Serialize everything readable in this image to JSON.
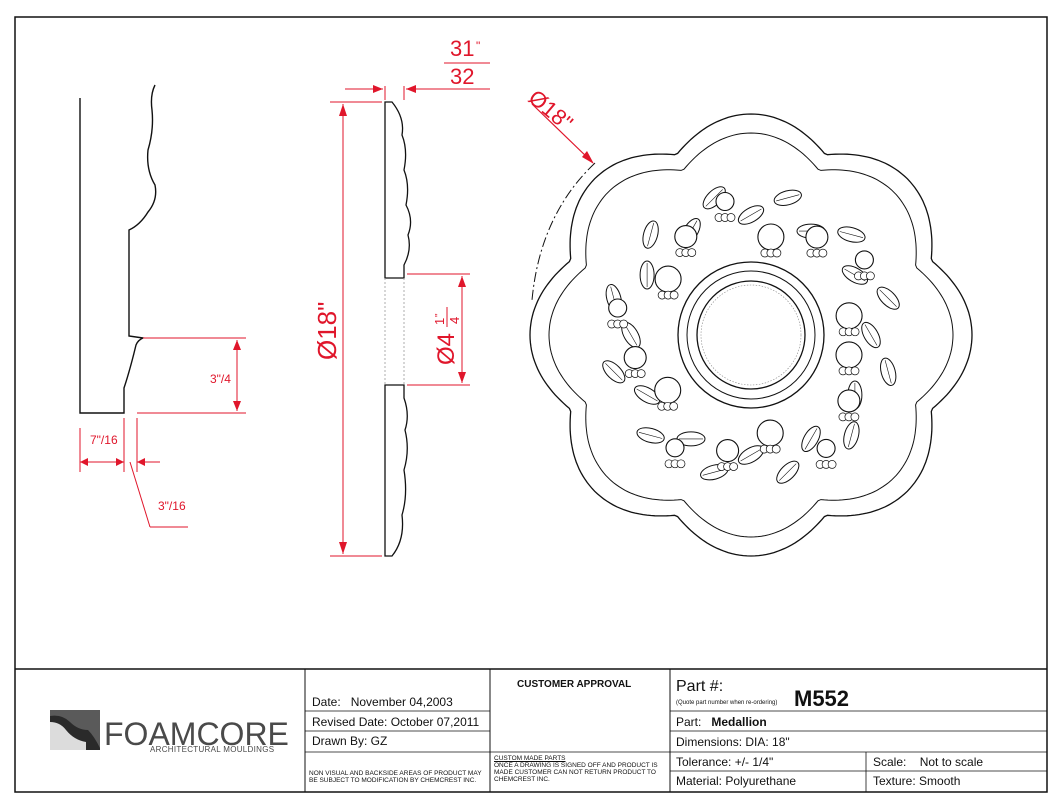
{
  "drawing": {
    "profile_dims": {
      "height": "3\"/4",
      "width": "7\"/16",
      "step": "3\"/16"
    },
    "section_dims": {
      "thickness_num": "31",
      "thickness_unit": "\"",
      "thickness_den": "32",
      "diameter": "Ø18\"",
      "hole_prefix": "Ø4",
      "hole_num": "1",
      "hole_unit": "\"",
      "hole_den": "4"
    },
    "medallion_dim": "Ø18\""
  },
  "title_block": {
    "logo_name": "FOAMCORE",
    "logo_sub": "ARCHITECTURAL MOULDINGS",
    "date_label": "Date:",
    "date_value": "November 04,2003",
    "revised": "Revised Date: October 07,2011",
    "drawn_by": "Drawn By:  GZ",
    "note_modification": "NON VISUAL AND BACKSIDE AREAS OF PRODUCT MAY BE SUBJECT TO MODIFICATION BY CHEMCREST INC.",
    "customer_approval": "CUSTOMER APPROVAL",
    "custom_parts_title": "CUSTOM MADE PARTS",
    "custom_parts_note": "ONCE A DRAWING IS SIGNED OFF AND PRODUCT IS MADE CUSTOMER CAN NOT RETURN PRODUCT TO CHEMCREST INC.",
    "part_label": "Part #:",
    "part_hint": "(Quote part number when re-ordering)",
    "part_number": "M552",
    "part_name_label": "Part:",
    "part_name": "Medallion",
    "dimensions": "Dimensions: DIA: 18\"",
    "tolerance": "Tolerance: +/- 1/4\"",
    "scale_label": "Scale:",
    "scale_value": "Not to scale",
    "material": "Material: Polyurethane",
    "texture": "Texture: Smooth"
  },
  "colors": {
    "dimension": "#e0162b",
    "line": "#111111",
    "logo": "#5a5a5a"
  }
}
